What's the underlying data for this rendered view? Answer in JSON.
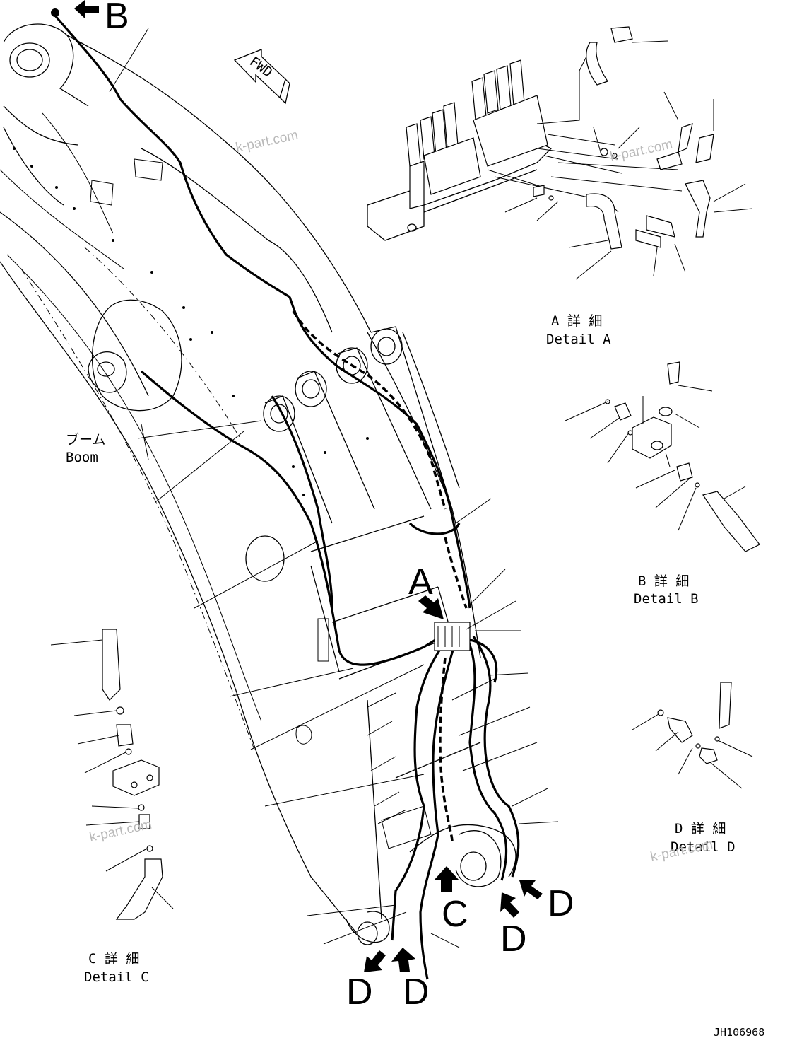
{
  "fwd_label": "FWD",
  "callouts": {
    "b_top": "B",
    "a_main": "A",
    "c_main": "C",
    "d_1": "D",
    "d_2": "D",
    "d_3": "D",
    "d_4": "D"
  },
  "boom_label": {
    "jp": "ブーム",
    "en": "Boom"
  },
  "details": {
    "a": {
      "jp": "A 詳 細",
      "en": "Detail A"
    },
    "b": {
      "jp": "B 詳 細",
      "en": "Detail B"
    },
    "c": {
      "jp": "C 詳 細",
      "en": "Detail C"
    },
    "d": {
      "jp": "D 詳 細",
      "en": "Detail D"
    }
  },
  "watermarks": [
    "k-part.com",
    "k-part.com",
    "k-part.com",
    "k-part.com"
  ],
  "drawing_number": "JH106968"
}
